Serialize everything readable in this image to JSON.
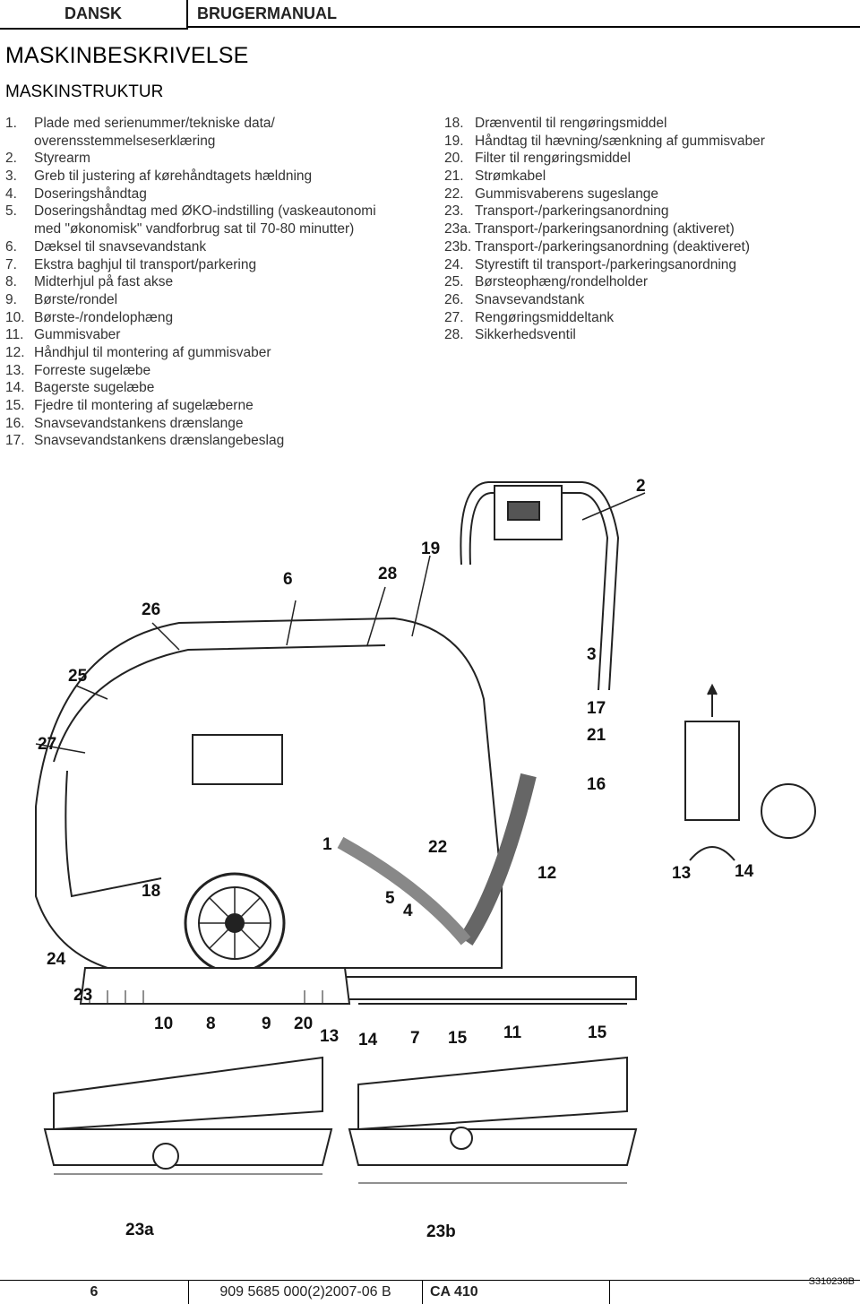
{
  "header": {
    "lang": "DANSK",
    "doc": "BRUGERMANUAL"
  },
  "title": "MASKINBESKRIVELSE",
  "subtitle": "MASKINSTRUKTUR",
  "left_items": [
    {
      "n": "1.",
      "t": "Plade med serienummer/tekniske data/"
    },
    {
      "n": "",
      "t": "overensstemmelseserklæring"
    },
    {
      "n": "2.",
      "t": "Styrearm"
    },
    {
      "n": "3.",
      "t": "Greb til justering af kørehåndtagets hældning"
    },
    {
      "n": "4.",
      "t": "Doseringshåndtag"
    },
    {
      "n": "5.",
      "t": "Doseringshåndtag med ØKO-indstilling (vaskeautonomi"
    },
    {
      "n": "",
      "t": "med \"økonomisk\" vandforbrug sat til 70-80 minutter)"
    },
    {
      "n": "6.",
      "t": "Dæksel til snavsevandstank"
    },
    {
      "n": "7.",
      "t": "Ekstra baghjul til transport/parkering"
    },
    {
      "n": "8.",
      "t": "Midterhjul på fast akse"
    },
    {
      "n": "9.",
      "t": "Børste/rondel"
    },
    {
      "n": "10.",
      "t": "Børste-/rondelophæng"
    },
    {
      "n": "11.",
      "t": "Gummisvaber"
    },
    {
      "n": "12.",
      "t": "Håndhjul til montering af gummisvaber"
    },
    {
      "n": "13.",
      "t": "Forreste sugelæbe"
    },
    {
      "n": "14.",
      "t": "Bagerste sugelæbe"
    },
    {
      "n": "15.",
      "t": "Fjedre til montering af sugelæberne"
    },
    {
      "n": "16.",
      "t": "Snavsevandstankens drænslange"
    },
    {
      "n": "17.",
      "t": "Snavsevandstankens drænslangebeslag"
    }
  ],
  "right_items": [
    {
      "n": "18.",
      "t": "Drænventil til rengøringsmiddel"
    },
    {
      "n": "19.",
      "t": "Håndtag til hævning/sænkning af gummisvaber"
    },
    {
      "n": "20.",
      "t": "Filter til rengøringsmiddel"
    },
    {
      "n": "21.",
      "t": "Strømkabel"
    },
    {
      "n": "22.",
      "t": "Gummisvaberens sugeslange"
    },
    {
      "n": "23.",
      "t": "Transport-/parkeringsanordning"
    },
    {
      "n": "23a.",
      "t": "Transport-/parkeringsanordning (aktiveret)"
    },
    {
      "n": "23b.",
      "t": "Transport-/parkeringsanordning (deaktiveret)"
    },
    {
      "n": "24.",
      "t": "Styrestift til transport-/parkeringsanordning"
    },
    {
      "n": "25.",
      "t": "Børsteophæng/rondelholder"
    },
    {
      "n": "26.",
      "t": "Snavsevandstank"
    },
    {
      "n": "27.",
      "t": "Rengøringsmiddeltank"
    },
    {
      "n": "28.",
      "t": "Sikkerhedsventil"
    }
  ],
  "figure_labels": {
    "l2": "2",
    "l19": "19",
    "l28": "28",
    "l6": "6",
    "l26": "26",
    "l3": "3",
    "l25": "25",
    "l17": "17",
    "l27": "27",
    "l21": "21",
    "l16": "16",
    "l1": "1",
    "l22": "22",
    "l12": "12",
    "l13a": "13",
    "l14a": "14",
    "l18": "18",
    "l5": "5",
    "l4": "4",
    "l24": "24",
    "l23": "23",
    "l10": "10",
    "l8": "8",
    "l9": "9",
    "l20": "20",
    "l13b": "13",
    "l14b": "14",
    "l7": "7",
    "l15a": "15",
    "l11": "11",
    "l15b": "15",
    "l23a": "23a",
    "l23b": "23b"
  },
  "figure_code": "S310238B",
  "footer": {
    "page": "6",
    "docnum": "909 5685 000(2)2007-06 B",
    "model": "CA 410"
  }
}
